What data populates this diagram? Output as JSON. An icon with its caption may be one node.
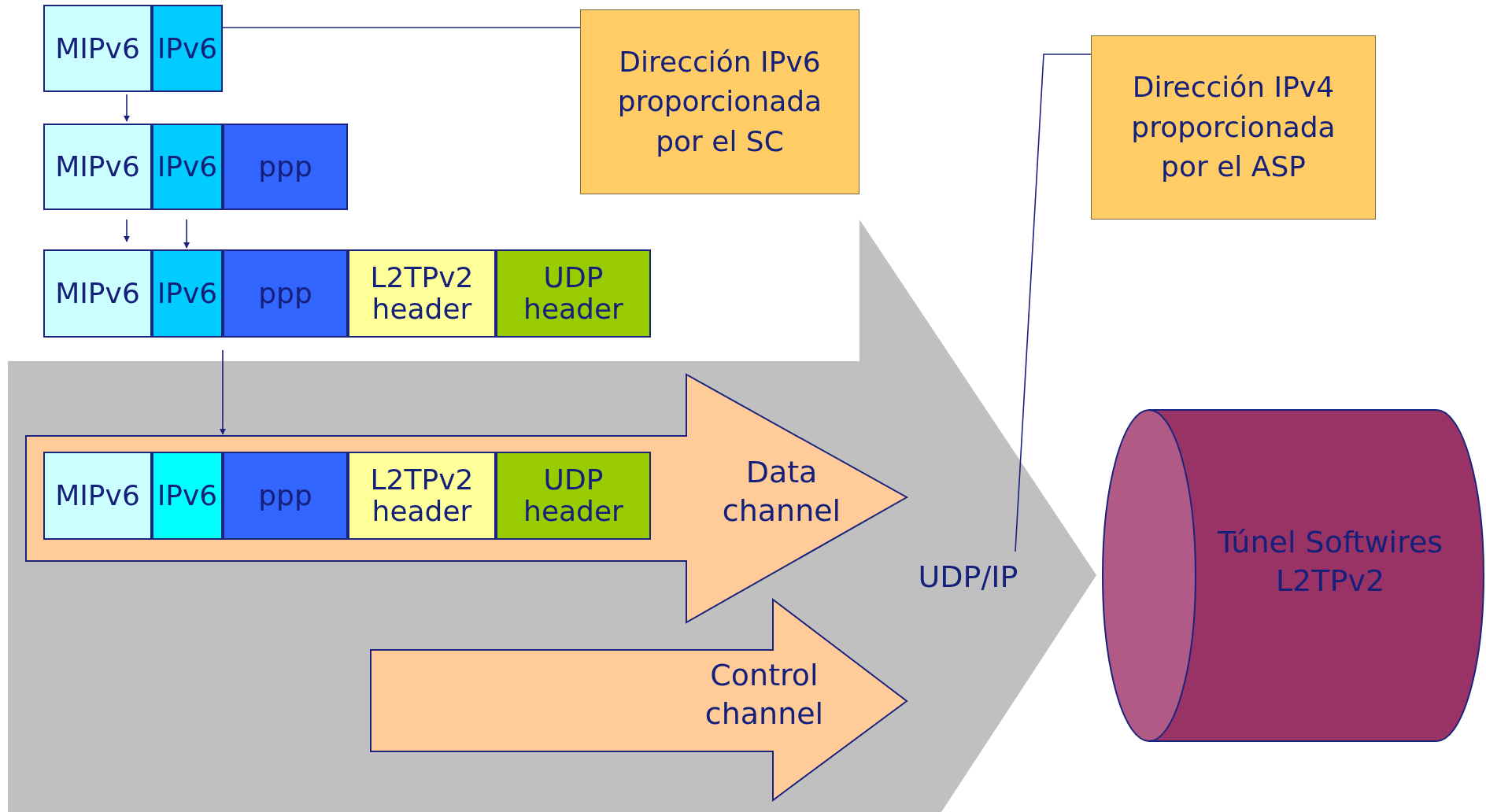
{
  "diagram": {
    "nodes": [
      {
        "text": [
          "MIPv6"
        ]
      },
      {
        "text": [
          "IPv6"
        ]
      },
      {
        "text": [
          "MIPv6"
        ]
      },
      {
        "text": [
          "IPv6"
        ]
      },
      {
        "text": [
          "ppp"
        ]
      },
      {
        "text": [
          "MIPv6"
        ]
      },
      {
        "text": [
          "IPv6"
        ]
      },
      {
        "text": [
          "ppp"
        ]
      },
      {
        "text": [
          "L2TPv2 header"
        ]
      },
      {
        "text": [
          "UDP header"
        ]
      },
      {
        "text": [
          "Dirección IPv6 proporcionada por el SC"
        ]
      },
      {
        "text": [
          "Dirección IPv4 proporcionada por el ASP"
        ]
      },
      {
        "text": [
          "UDP/IP"
        ]
      },
      {
        "text": [
          "Data channel"
        ],
        "in": 12
      },
      {
        "text": [
          "MIPv6"
        ],
        "in": 13
      },
      {
        "text": [
          "IPv6"
        ],
        "in": 13
      },
      {
        "text": [
          "ppp"
        ],
        "in": 13
      },
      {
        "text": [
          "L2TPv2 header"
        ],
        "in": 13
      },
      {
        "text": [
          "UDP header"
        ],
        "in": 13
      },
      {
        "text": [
          "Control channel"
        ],
        "in": 12
      },
      {
        "text": [
          "Túnel Softwires L2TPv2"
        ]
      }
    ],
    "edges": [
      {
        "from": 0,
        "to": 2,
        "arrow": "to"
      },
      {
        "from": 2,
        "to": 5,
        "arrow": "to"
      },
      {
        "from": 3,
        "to": 6,
        "arrow": "to"
      },
      {
        "from": 6,
        "to": 13,
        "arrow": "to"
      },
      {
        "from": 1,
        "to": 10,
        "arrow": "none"
      },
      {
        "from": 12,
        "to": 11,
        "arrow": "none"
      }
    ]
  }
}
